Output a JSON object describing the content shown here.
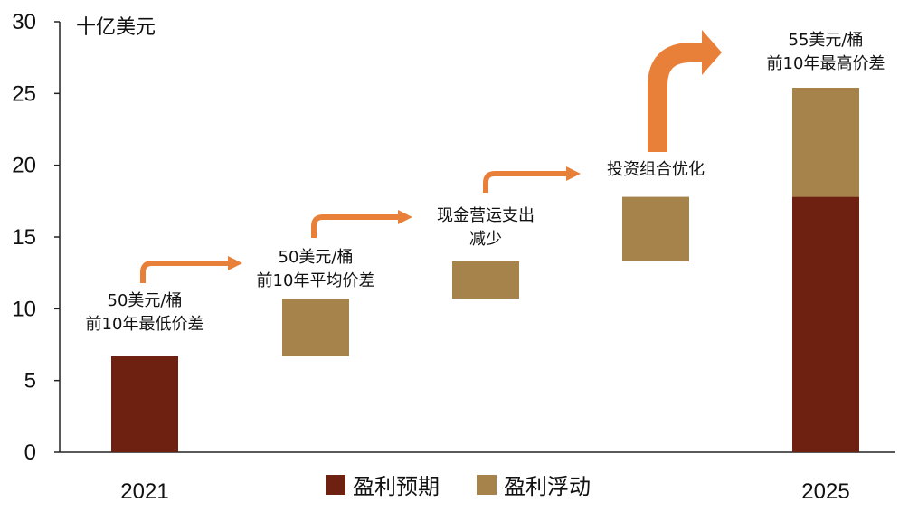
{
  "chart_data": {
    "type": "bar",
    "subtype": "waterfall",
    "unit_label": "十亿美元",
    "ylim": [
      0,
      30
    ],
    "yticks": [
      "0",
      "5",
      "10",
      "15",
      "20",
      "25",
      "30"
    ],
    "grid": false,
    "legend_position": "bottom-center",
    "colors": {
      "expected": "#6E2110",
      "floating": "#A5834A",
      "arrow": "#E8803A"
    },
    "series": [
      {
        "name": "盈利预期",
        "color": "#6E2110"
      },
      {
        "name": "盈利浮动",
        "color": "#A5834A"
      }
    ],
    "categories": [
      "2021",
      "",
      "",
      "",
      "2025"
    ],
    "bars": [
      {
        "series": "盈利预期",
        "bottom": 0,
        "top": 6.7
      },
      {
        "series": "盈利浮动",
        "bottom": 6.7,
        "top": 10.7
      },
      {
        "series": "盈利浮动",
        "bottom": 10.7,
        "top": 13.3
      },
      {
        "series": "盈利浮动",
        "bottom": 13.3,
        "top": 17.8
      },
      {
        "series": "盈利预期",
        "bottom": 0,
        "top": 17.8
      },
      {
        "series": "盈利浮动",
        "bottom": 17.8,
        "top": 25.4
      }
    ],
    "annotations": [
      [
        "50美元/桶",
        "前10年最低价差"
      ],
      [
        "50美元/桶",
        "前10年平均价差"
      ],
      [
        "现金营运支出",
        "减少"
      ],
      [
        "投资组合优化"
      ],
      [
        "55美元/桶",
        "前10年最高价差"
      ]
    ]
  }
}
